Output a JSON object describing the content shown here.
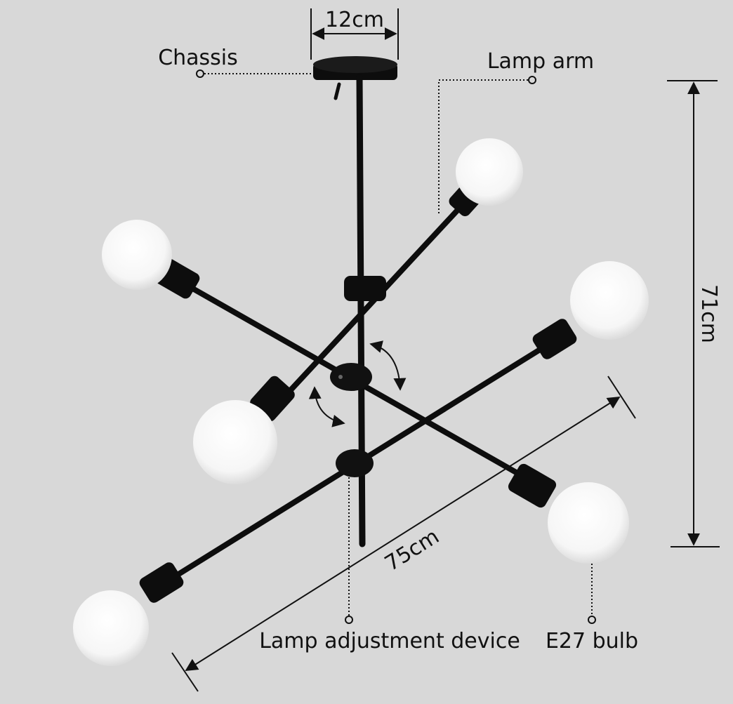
{
  "diagram": {
    "dimensions": {
      "canopy_width": "12cm",
      "height": "71cm",
      "span": "75cm"
    },
    "labels": {
      "chassis": "Chassis",
      "lamp_arm": "Lamp arm",
      "adjustment": "Lamp adjustment device",
      "bulb": "E27 bulb"
    },
    "colors": {
      "background": "#d8d8d8",
      "fixture": "#0d0d0d",
      "bulb": "#ffffff"
    }
  }
}
